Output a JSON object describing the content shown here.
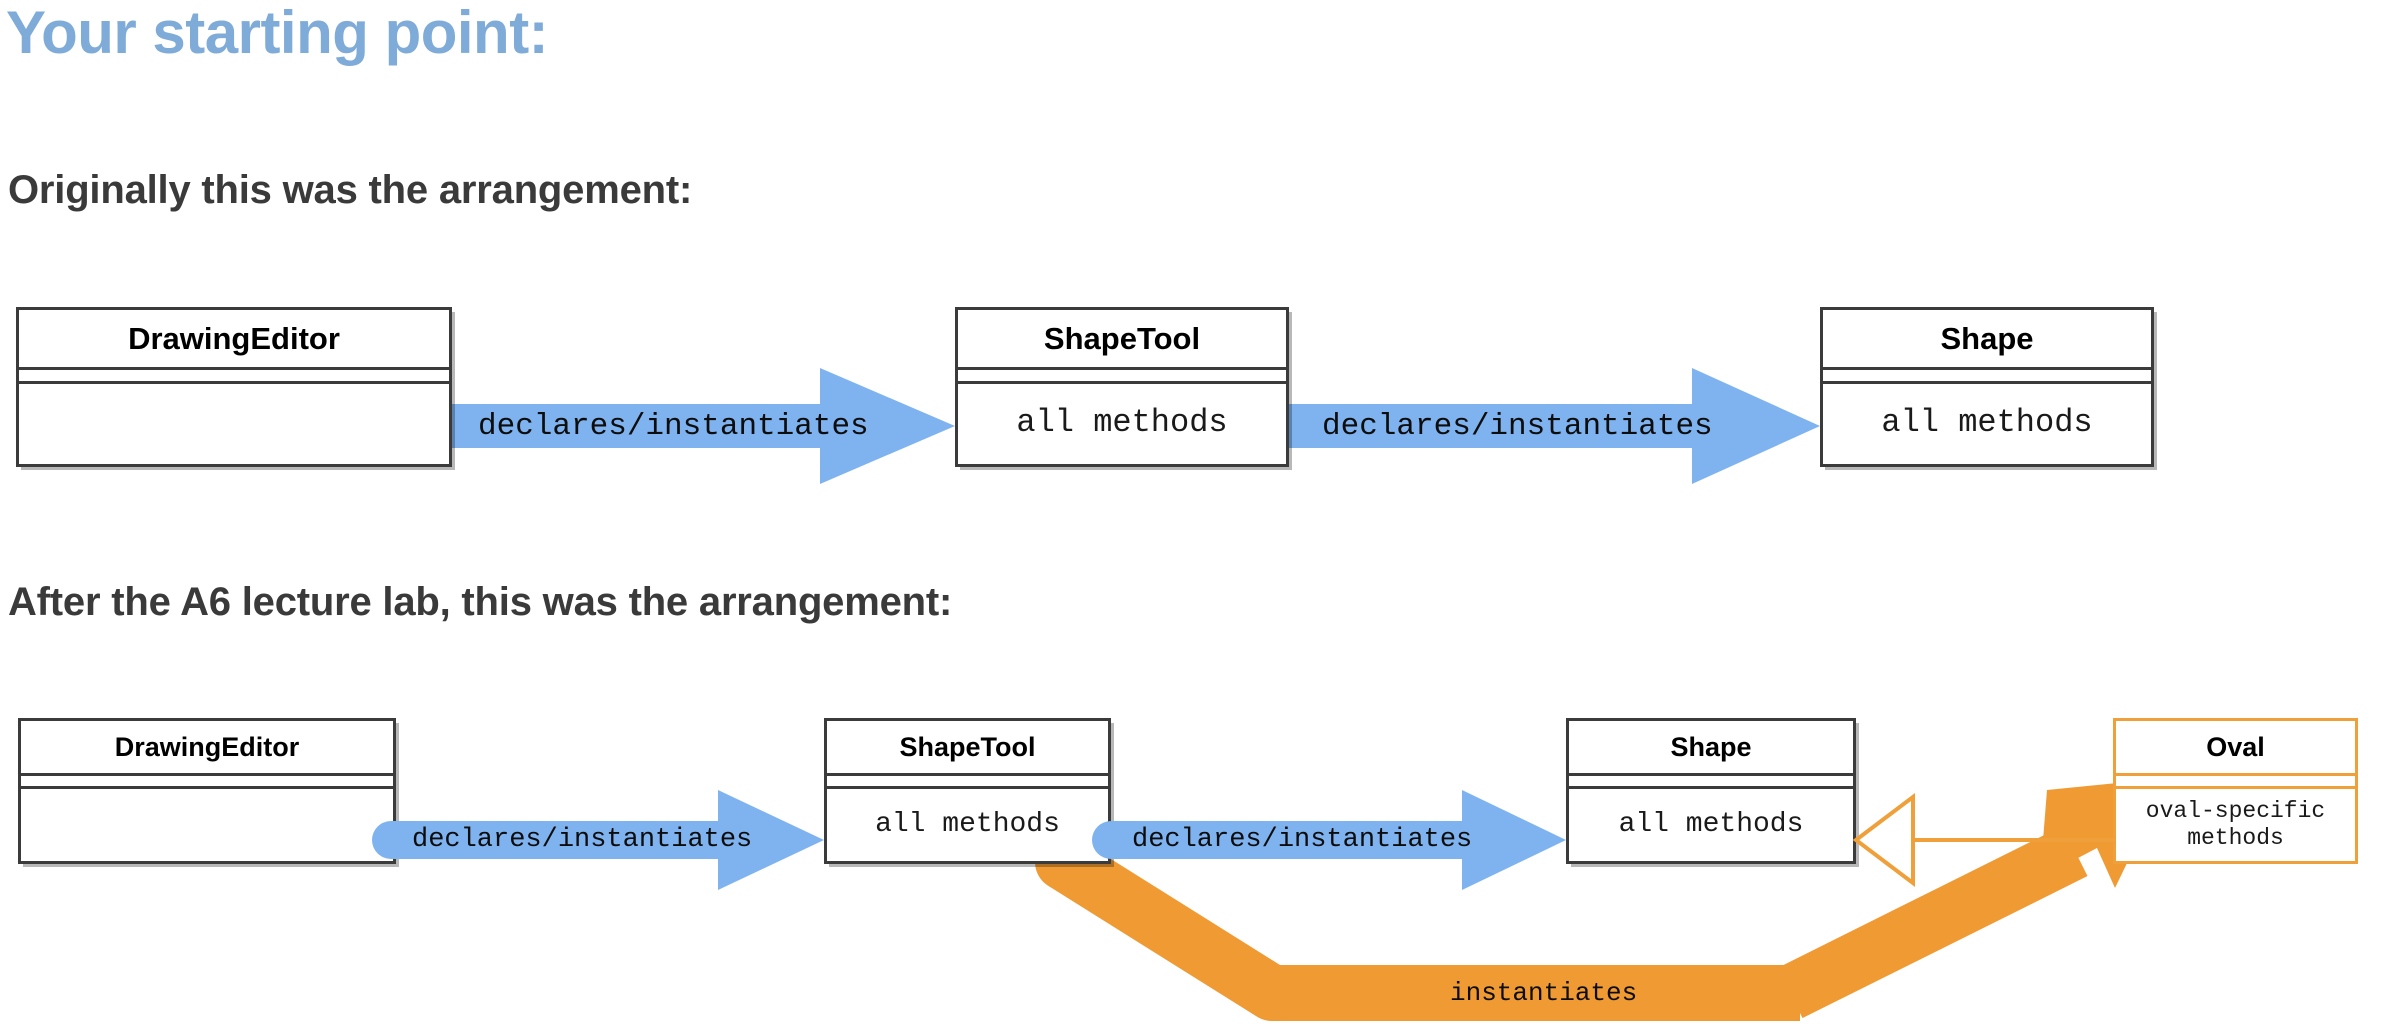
{
  "page": {
    "title": "Your starting point:",
    "background": "#ffffff"
  },
  "colors": {
    "title_blue": "#7FABD9",
    "heading_gray": "#3A3A3A",
    "arrow_blue": "#7FB3F0",
    "arrow_orange": "#F09A33",
    "oval_border_orange": "#F0A03A",
    "box_border": "#3b3b3b"
  },
  "sections": [
    {
      "heading": "Originally this was the arrangement:",
      "diagram": {
        "classes": [
          {
            "name": "DrawingEditor",
            "members": ""
          },
          {
            "name": "ShapeTool",
            "members": "all methods"
          },
          {
            "name": "Shape",
            "members": "all methods"
          }
        ],
        "relations": [
          {
            "from": "DrawingEditor",
            "to": "ShapeTool",
            "label": "declares/instantiates",
            "style": "block-arrow-blue"
          },
          {
            "from": "ShapeTool",
            "to": "Shape",
            "label": "declares/instantiates",
            "style": "block-arrow-blue"
          }
        ]
      }
    },
    {
      "heading": "After the A6 lecture lab, this was the arrangement:",
      "diagram": {
        "classes": [
          {
            "name": "DrawingEditor",
            "members": ""
          },
          {
            "name": "ShapeTool",
            "members": "all methods"
          },
          {
            "name": "Shape",
            "members": "all methods"
          },
          {
            "name": "Oval",
            "members_line1": "oval-specific",
            "members_line2": "methods"
          }
        ],
        "relations": [
          {
            "from": "DrawingEditor",
            "to": "ShapeTool",
            "label": "declares/instantiates",
            "style": "block-arrow-blue"
          },
          {
            "from": "ShapeTool",
            "to": "Shape",
            "label": "declares/instantiates",
            "style": "block-arrow-blue"
          },
          {
            "from": "Oval",
            "to": "Shape",
            "label": "",
            "style": "uml-inheritance-orange"
          },
          {
            "from": "ShapeTool",
            "to": "Oval",
            "label": "instantiates",
            "style": "thick-elbow-arrow-orange"
          }
        ]
      }
    }
  ]
}
